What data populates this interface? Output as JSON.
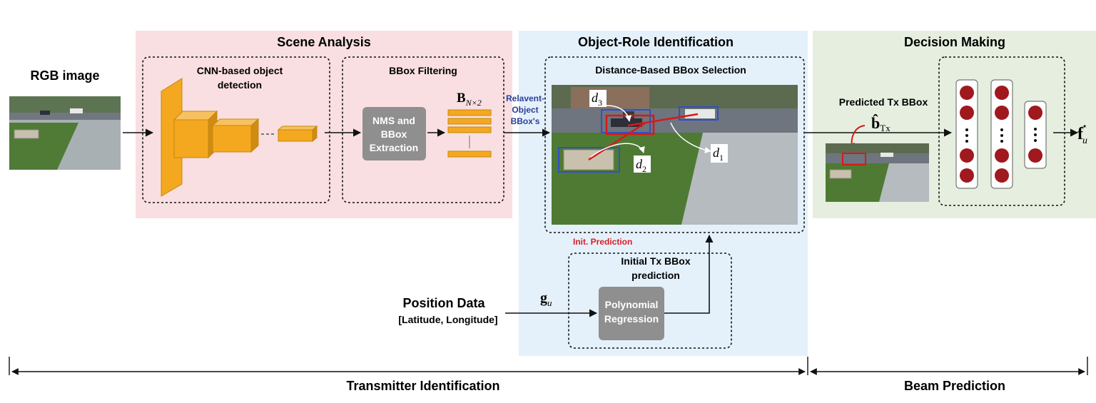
{
  "input": {
    "title": "RGB image"
  },
  "sections": {
    "scene": {
      "title": "Scene Analysis",
      "color": "#f9dfe1"
    },
    "role": {
      "title": "Object-Role Identification",
      "color": "#e4f1fb"
    },
    "decision": {
      "title": "Decision Making",
      "color": "#e6efdf"
    }
  },
  "scene": {
    "cnn_line1": "CNN-based object",
    "cnn_line2": "detection",
    "filter_title": "BBox Filtering",
    "nms_line1": "NMS and",
    "nms_line2": "BBox",
    "nms_line3": "Extraction",
    "bnx2": "B",
    "bnx2_sub": "N×2"
  },
  "role": {
    "relevant_line1": "Relavent-",
    "relevant_line2": "Object",
    "relevant_line3": "BBox's",
    "selection_title": "Distance-Based BBox Selection",
    "d3": "d",
    "d3_sub": "3",
    "d2": "d",
    "d2_sub": "2",
    "d1": "d",
    "d1_sub": "1",
    "init_prediction": "Init. Prediction",
    "initial_line1": "Initial Tx BBox",
    "initial_line2": "prediction",
    "poly_line1": "Polynomial",
    "poly_line2": "Regression"
  },
  "position": {
    "title": "Position Data",
    "subtitle": "[Latitude, Longitude]",
    "g": "g",
    "g_sub": "u"
  },
  "decision": {
    "predicted_label": "Predicted Tx BBox",
    "b_hat": "b̂",
    "b_sub": "Tx",
    "output": "f",
    "output_sub": "u",
    "output_sup": "⋆"
  },
  "bottom": {
    "left_label": "Transmitter Identification",
    "right_label": "Beam Prediction"
  },
  "colors": {
    "block_orange": "#f3a81f",
    "block_orange_dark": "#d08b12",
    "gray_box": "#8f8f8f",
    "neuron": "#a0191e",
    "blue_label": "#2b3f98",
    "red_label": "#d62027",
    "bbox_blue": "#3050c8",
    "bbox_red": "#d61a1a"
  }
}
